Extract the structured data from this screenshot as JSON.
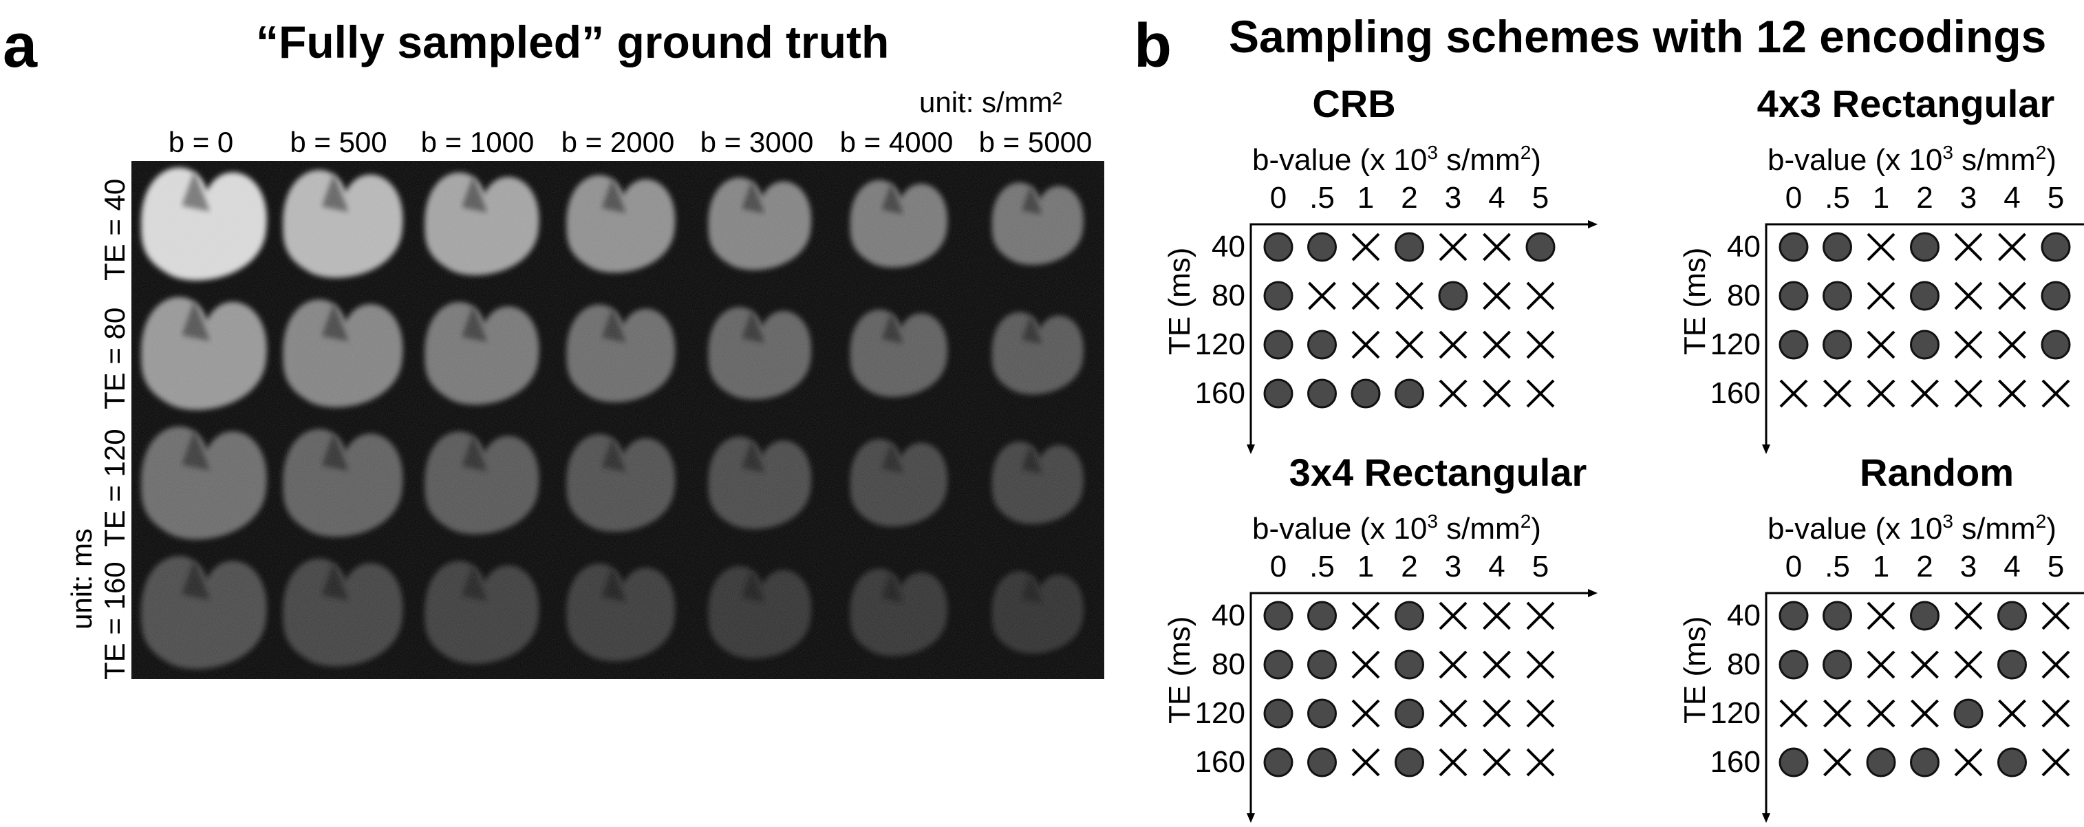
{
  "panel_a": {
    "letter": "a",
    "title": "“Fully sampled” ground truth",
    "b_unit": "unit: s/mm²",
    "b_labels": [
      "b = 0",
      "b = 500",
      "b = 1000",
      "b = 2000",
      "b = 3000",
      "b = 4000",
      "b = 5000"
    ],
    "te_labels": [
      "TE = 40",
      "TE = 80",
      "TE = 120",
      "TE = 160"
    ],
    "te_unit": "unit: ms",
    "intensity_grid": [
      [
        0.95,
        0.78,
        0.68,
        0.58,
        0.52,
        0.47,
        0.43
      ],
      [
        0.62,
        0.52,
        0.46,
        0.4,
        0.36,
        0.33,
        0.3
      ],
      [
        0.4,
        0.34,
        0.3,
        0.26,
        0.23,
        0.21,
        0.19
      ],
      [
        0.24,
        0.2,
        0.17,
        0.15,
        0.13,
        0.12,
        0.11
      ]
    ]
  },
  "panel_b": {
    "letter": "b",
    "title": "Sampling schemes with 12 encodings",
    "x_axis_label_prefix": "b-value (x 10",
    "x_axis_label_exp": "3",
    "x_axis_label_mid": " s/mm",
    "x_axis_label_exp2": "2",
    "x_axis_label_suffix": ")",
    "x_ticks": [
      "0",
      ".5",
      "1",
      "2",
      "3",
      "4",
      "5"
    ],
    "y_axis_label": "TE (ms)",
    "y_ticks": [
      "40",
      "80",
      "120",
      "160"
    ],
    "colors": {
      "dot": "#4a4a4a",
      "dot_stroke": "#111111",
      "cross": "#000000"
    },
    "schemes": [
      {
        "name": "CRB",
        "grid": [
          [
            1,
            1,
            0,
            1,
            0,
            0,
            1
          ],
          [
            1,
            0,
            0,
            0,
            1,
            0,
            0
          ],
          [
            1,
            1,
            0,
            0,
            0,
            0,
            0
          ],
          [
            1,
            1,
            1,
            1,
            0,
            0,
            0
          ]
        ]
      },
      {
        "name": "4x3 Rectangular",
        "grid": [
          [
            1,
            1,
            0,
            1,
            0,
            0,
            1
          ],
          [
            1,
            1,
            0,
            1,
            0,
            0,
            1
          ],
          [
            1,
            1,
            0,
            1,
            0,
            0,
            1
          ],
          [
            0,
            0,
            0,
            0,
            0,
            0,
            0
          ]
        ]
      },
      {
        "name": "3x4 Rectangular",
        "grid": [
          [
            1,
            1,
            0,
            1,
            0,
            0,
            0
          ],
          [
            1,
            1,
            0,
            1,
            0,
            0,
            0
          ],
          [
            1,
            1,
            0,
            1,
            0,
            0,
            0
          ],
          [
            1,
            1,
            0,
            1,
            0,
            0,
            0
          ]
        ]
      },
      {
        "name": "Random",
        "grid": [
          [
            1,
            1,
            0,
            1,
            0,
            1,
            0
          ],
          [
            1,
            1,
            0,
            0,
            0,
            1,
            0
          ],
          [
            0,
            0,
            0,
            0,
            1,
            0,
            0
          ],
          [
            1,
            0,
            1,
            1,
            0,
            1,
            0
          ]
        ]
      }
    ]
  }
}
